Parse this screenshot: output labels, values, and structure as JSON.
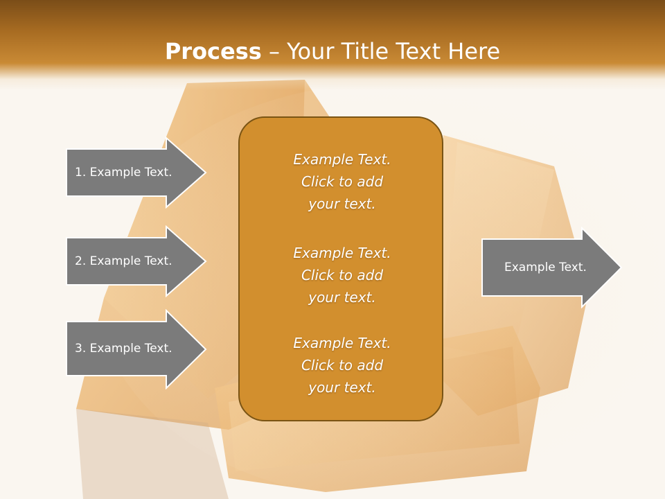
{
  "slide": {
    "title_bold": "Process",
    "title_rest": " – Your Title Text Here",
    "left_arrows": [
      {
        "label": "1. Example Text."
      },
      {
        "label": "2. Example Text."
      },
      {
        "label": "3. Example Text."
      }
    ],
    "center_blocks": [
      {
        "line1": "Example Text.",
        "line2": "Click  to add",
        "line3": "your text."
      },
      {
        "line1": "Example Text.",
        "line2": "Click  to add",
        "line3": "your text."
      },
      {
        "line1": "Example Text.",
        "line2": "Click  to add",
        "line3": "your text."
      }
    ],
    "right_arrow": {
      "label": "Example Text."
    }
  },
  "colors": {
    "header_dark": "#7a4d18",
    "header_light": "#c98a35",
    "arrow_fill": "#7b7b7b",
    "center_fill": "#d28f2e",
    "center_border": "#7a5414"
  },
  "background": {
    "description_icon": "gold-bars-image"
  }
}
